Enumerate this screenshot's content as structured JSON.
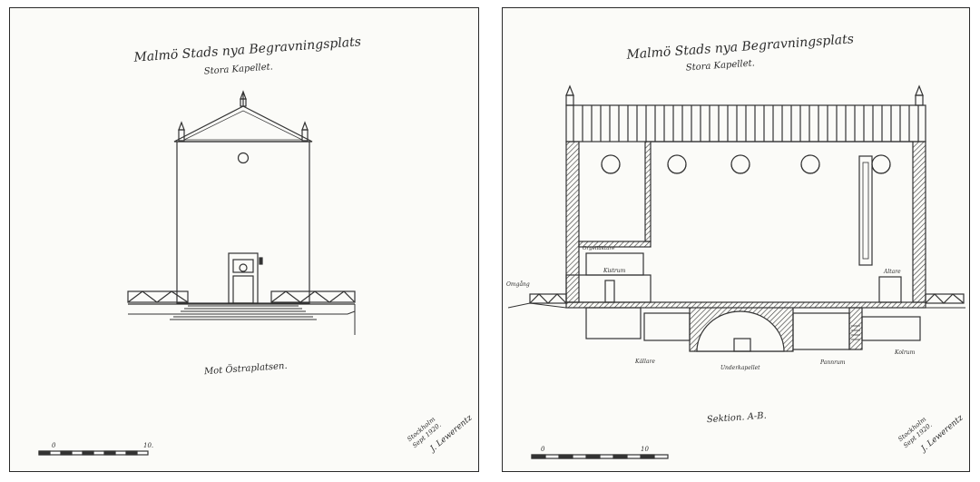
{
  "left_sheet": {
    "title": "Malmö Stads nya Begravningsplats",
    "subtitle": "Stora Kapellet.",
    "caption": "Mot Östraplatsen.",
    "scale_start": "0",
    "scale_end": "10.",
    "signature_place": "Stockholm",
    "signature_date": "Sept 1920.",
    "signature_name": "J. Lewerentz"
  },
  "right_sheet": {
    "title": "Malmö Stads nya Begravningsplats",
    "subtitle": "Stora Kapellet.",
    "labels": {
      "upper_left_room": "Orgelläktare",
      "sacristy": "Kistrum",
      "entrance": "Omgång",
      "altar": "Altare",
      "cellar": "Källare",
      "crypt": "Underkapellet",
      "boiler": "Pannrum",
      "coal": "Kolrum"
    },
    "caption": "Sektion. A-B.",
    "scale_start": "0",
    "scale_end": "10",
    "signature_place": "Stockholm",
    "signature_date": "Sept 1920.",
    "signature_name": "J. Lewerentz"
  }
}
